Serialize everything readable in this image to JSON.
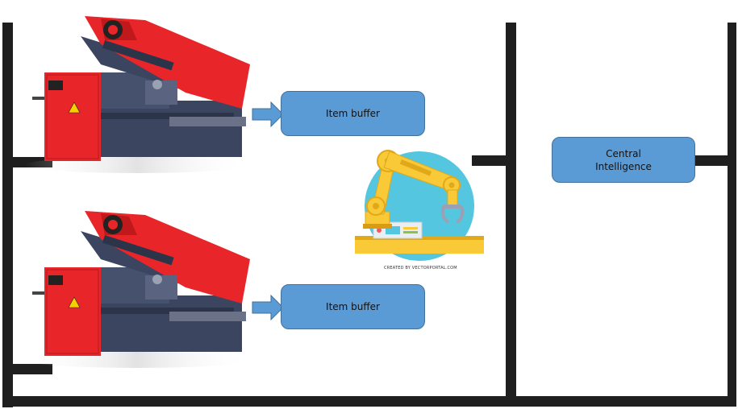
{
  "buffers": [
    {
      "label": "Item buffer"
    },
    {
      "label": "Item buffer"
    }
  ],
  "central": {
    "label": "Central\nIntelligence"
  },
  "robot": {
    "credit": "CREATED BY VECTORPORTAL.COM"
  },
  "colors": {
    "wall": "#1f1f1f",
    "box": "#5b9bd5",
    "box_border": "#41719c",
    "machine_red": "#e8262a",
    "machine_base": "#3b4560",
    "robot_yellow": "#f9c937",
    "robot_circle": "#55c6e0"
  }
}
